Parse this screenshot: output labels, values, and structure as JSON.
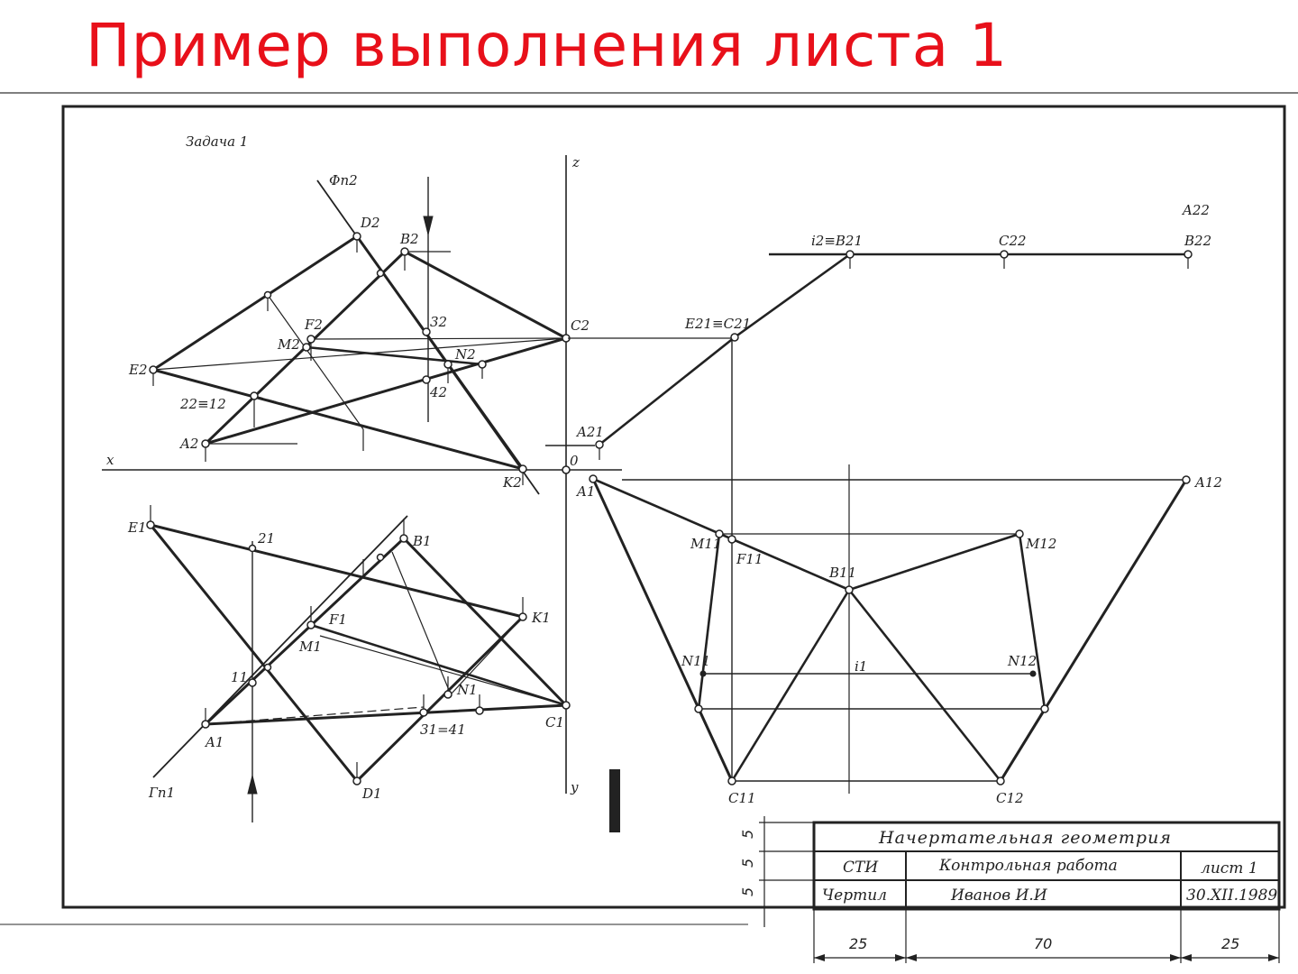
{
  "slide": {
    "title": "Пример выполнения листа 1"
  },
  "drawing": {
    "task_title": "Задача 1",
    "axis_labels": {
      "z": "z",
      "x": "x",
      "y": "y",
      "origin": "0"
    },
    "plane_labels": {
      "phi": "Фп2",
      "gamma": "Гп1"
    },
    "front_points": {
      "D2": "D2",
      "B2": "B2",
      "F2": "F2",
      "M2": "M2",
      "N2": "N2",
      "E2": "E2",
      "C2": "C2",
      "A2": "A2",
      "K2": "K2",
      "p3_2": "32",
      "p4_2": "42",
      "p2_2": "22≡12"
    },
    "top_points": {
      "E1": "E1",
      "B1": "B1",
      "K1": "K1",
      "F1": "F1",
      "M1": "M1",
      "N1": "N1",
      "C1": "C1",
      "A1": "A1",
      "D1": "D1",
      "p2_1": "21",
      "p1_1": "11",
      "p3_1": "31=41"
    },
    "transform_points": {
      "i2B21": "i2≡B21",
      "C22": "C22",
      "B22": "B22",
      "A22": "A22",
      "E21C21": "E21≡C21",
      "A21": "A21",
      "A1_0": "A1",
      "A12": "A12",
      "M11": "M11",
      "F11": "F11",
      "B11": "B11",
      "M12": "M12",
      "N11": "N11",
      "N12": "N12",
      "i1": "i1",
      "C11": "C11",
      "C12": "C12"
    }
  },
  "title_block": {
    "subject": "Начертательная геометрия",
    "org": "СТИ",
    "work_type": "Контрольная работа",
    "sheet": "лист 1",
    "role": "Чертил",
    "author": "Иванов И.И",
    "date": "30.XII.1989",
    "row_heights": [
      "5",
      "5",
      "5"
    ],
    "col_widths": [
      "25",
      "70",
      "25"
    ]
  }
}
